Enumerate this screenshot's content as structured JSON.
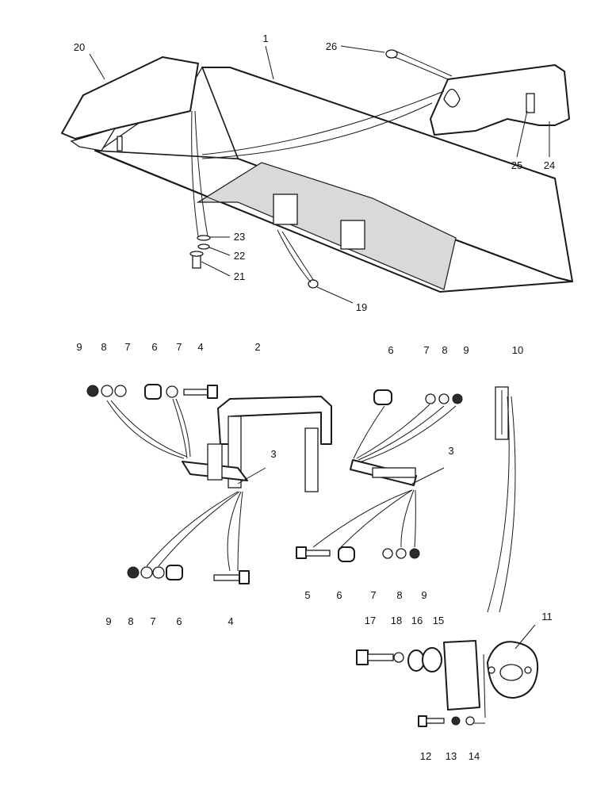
{
  "callouts": {
    "c1": "1",
    "c2": "2",
    "c3a": "3",
    "c3b": "3",
    "c4a": "4",
    "c4b": "4",
    "c5": "5",
    "c6a": "6",
    "c6b": "6",
    "c6c": "6",
    "c6d": "6",
    "c7a": "7",
    "c7b": "7",
    "c7c": "7",
    "c7d": "7",
    "c7e": "7",
    "c8a": "8",
    "c8b": "8",
    "c8c": "8",
    "c8d": "8",
    "c9a": "9",
    "c9b": "9",
    "c9c": "9",
    "c9d": "9",
    "c10": "10",
    "c11": "11",
    "c12": "12",
    "c13": "13",
    "c14": "14",
    "c15": "15",
    "c16": "16",
    "c17": "17",
    "c18": "18",
    "c19": "19",
    "c20": "20",
    "c21": "21",
    "c22": "22",
    "c23": "23",
    "c24": "24",
    "c25": "25",
    "c26": "26"
  }
}
